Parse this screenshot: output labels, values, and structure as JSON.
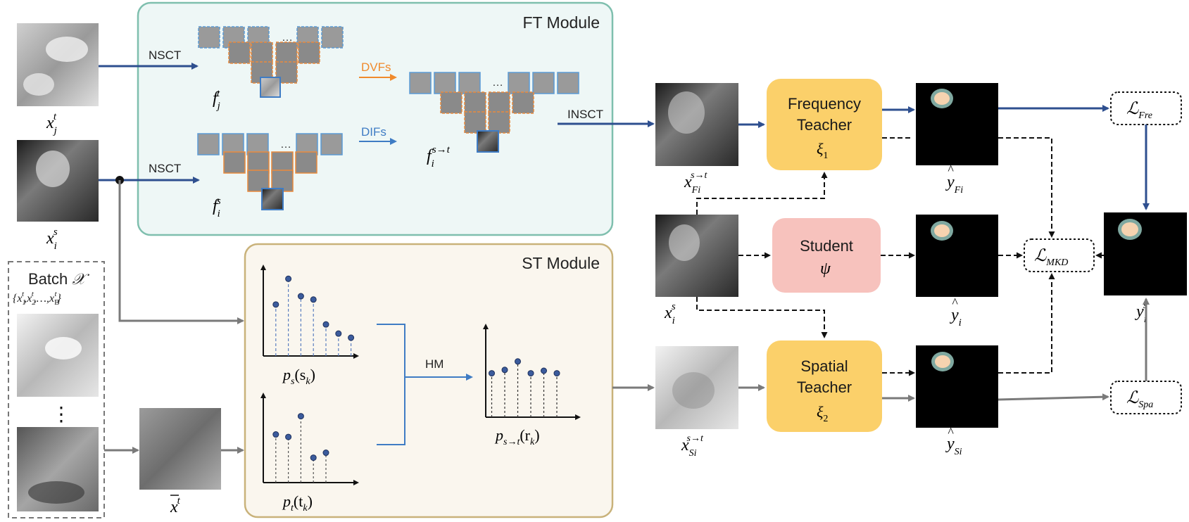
{
  "ft_module": {
    "title": "FT Module",
    "nsct_label_top": "NSCT",
    "nsct_label_bottom": "NSCT",
    "dvfs_label": "DVFs",
    "difs_label": "DIFs",
    "insct_label": "INSCT",
    "ellipsis": "…"
  },
  "st_module": {
    "title": "ST Module",
    "hm_label": "HM"
  },
  "batch": {
    "title": "Batch",
    "ellipsis": "⋮"
  },
  "math": {
    "x": "x",
    "f": "f",
    "p": "p",
    "y": "y",
    "sup_t": "t",
    "sup_s": "s",
    "sub_j": "j",
    "sub_i": "i",
    "s2t": "s→t",
    "sub_Fi": "Fi",
    "sub_Si": "Si",
    "sub_1": "1",
    "sub_2": "2",
    "sub_B": "B",
    "comma": ",",
    "brace_open": "{",
    "brace_close": "}",
    "dots": "…",
    "batch_symbol": "𝒳",
    "loss_symbol": "ℒ",
    "xi": "ξ",
    "psi": "ψ",
    "ps_arg": "(s",
    "pt_arg": "(t",
    "ps2t_arg": "(r",
    "sub_k": "k",
    "close_paren": ")",
    "loss_fre": "Fre",
    "loss_mkd": "MKD",
    "loss_spa": "Spa"
  },
  "models": {
    "frequency_teacher": {
      "line1": "Frequency",
      "line2": "Teacher"
    },
    "student": {
      "line1": "Student"
    },
    "spatial_teacher": {
      "line1": "Spatial",
      "line2": "Teacher"
    }
  },
  "chart_data": [
    {
      "type": "scatter",
      "name_shown": "",
      "x": [
        1,
        2,
        3,
        4,
        5,
        6,
        7
      ],
      "y": [
        0.62,
        0.93,
        0.72,
        0.68,
        0.38,
        0.27,
        0.22
      ],
      "style": "stem",
      "ylim": [
        0,
        1
      ]
    },
    {
      "type": "scatter",
      "x": [
        1,
        2,
        3,
        4,
        5
      ],
      "y": [
        0.58,
        0.55,
        0.8,
        0.3,
        0.36
      ],
      "style": "stem",
      "ylim": [
        0,
        1
      ]
    },
    {
      "type": "scatter",
      "x": [
        1,
        2,
        3,
        4,
        5,
        6
      ],
      "y": [
        0.52,
        0.56,
        0.66,
        0.52,
        0.55,
        0.52
      ],
      "style": "stem",
      "ylim": [
        0,
        1
      ]
    }
  ],
  "colors": {
    "ft_border": "#7fbfae",
    "ft_fill": "#eef7f6",
    "st_border": "#c9b27a",
    "st_fill": "#faf6ee",
    "teacher_fill": "#fbd06a",
    "student_fill": "#f7c2bd",
    "arrow_blue": "#2e4f8f",
    "arrow_gray": "#7a7a7a",
    "arrow_orange": "#f08a2c",
    "arrow_lightblue": "#3f7cc4",
    "patch_orange": "#e98a3c",
    "patch_blue": "#5b9bd5",
    "seg_outer": "#7fa8a0",
    "seg_inner": "#f6d3b0",
    "stem_dot": "#3b5b9c"
  }
}
